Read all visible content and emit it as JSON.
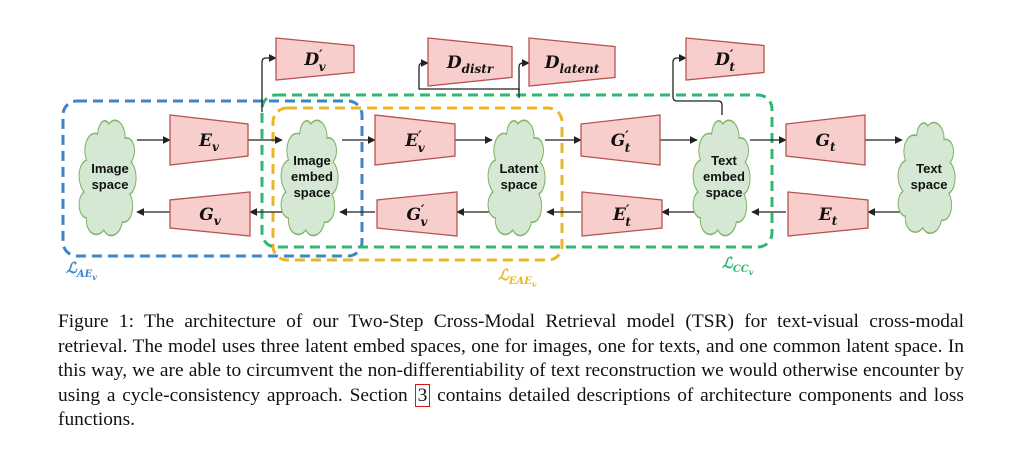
{
  "clouds": [
    {
      "id": "image-space",
      "lines": [
        "Image",
        "space"
      ]
    },
    {
      "id": "image-embed-space",
      "lines": [
        "Image",
        "embed",
        "space"
      ]
    },
    {
      "id": "latent-space",
      "lines": [
        "Latent",
        "space"
      ]
    },
    {
      "id": "text-embed-space",
      "lines": [
        "Text",
        "embed",
        "space"
      ]
    },
    {
      "id": "text-space",
      "lines": [
        "Text",
        "space"
      ]
    }
  ],
  "blocks": [
    {
      "id": "ev",
      "base": "E",
      "prime": "",
      "sub": "v"
    },
    {
      "id": "gv",
      "base": "G",
      "prime": "",
      "sub": "v"
    },
    {
      "id": "ev-prime",
      "base": "E",
      "prime": "′",
      "sub": "v"
    },
    {
      "id": "gv-prime",
      "base": "G",
      "prime": "′",
      "sub": "v"
    },
    {
      "id": "gt-prime",
      "base": "G",
      "prime": "′",
      "sub": "t"
    },
    {
      "id": "et-prime",
      "base": "E",
      "prime": "′",
      "sub": "t"
    },
    {
      "id": "gt",
      "base": "G",
      "prime": "",
      "sub": "t"
    },
    {
      "id": "et",
      "base": "E",
      "prime": "",
      "sub": "t"
    },
    {
      "id": "dv-prime",
      "base": "D",
      "prime": "′",
      "sub": "v"
    },
    {
      "id": "d-distr",
      "base": "D",
      "prime": "",
      "sub": "distr"
    },
    {
      "id": "d-latent",
      "base": "D",
      "prime": "",
      "sub": "latent"
    },
    {
      "id": "dt-prime",
      "base": "D",
      "prime": "′",
      "sub": "t"
    }
  ],
  "losses": [
    {
      "id": "loss-ae",
      "base": "ℒ",
      "sub": "AE",
      "subsub": "v",
      "color": "#3a86c8"
    },
    {
      "id": "loss-eae",
      "base": "ℒ",
      "sub": "EAE",
      "subsub": "v",
      "color": "#e8b62a"
    },
    {
      "id": "loss-cc",
      "base": "ℒ",
      "sub": "CC",
      "subsub": "v",
      "color": "#2eb872"
    }
  ],
  "colors": {
    "cloud_fill": "#d5e8d4",
    "cloud_stroke": "#82b366",
    "block_fill": "#f8cecc",
    "block_stroke": "#b85450",
    "arrow": "#222222",
    "ref_box": "#e01010"
  },
  "caption": {
    "label": "Figure 1:",
    "text_before_ref": "The architecture of our Two-Step Cross-Modal Retrieval model (TSR) for text-visual cross-modal retrieval. The model uses three latent embed spaces, one for images, one for texts, and one common latent space. In this way, we are able to circumvent the non-differentiability of text reconstruction we would otherwise encounter by using a cycle-consistency approach. Section",
    "ref": "3",
    "text_after_ref": "contains detailed descriptions of architecture components and loss functions."
  }
}
